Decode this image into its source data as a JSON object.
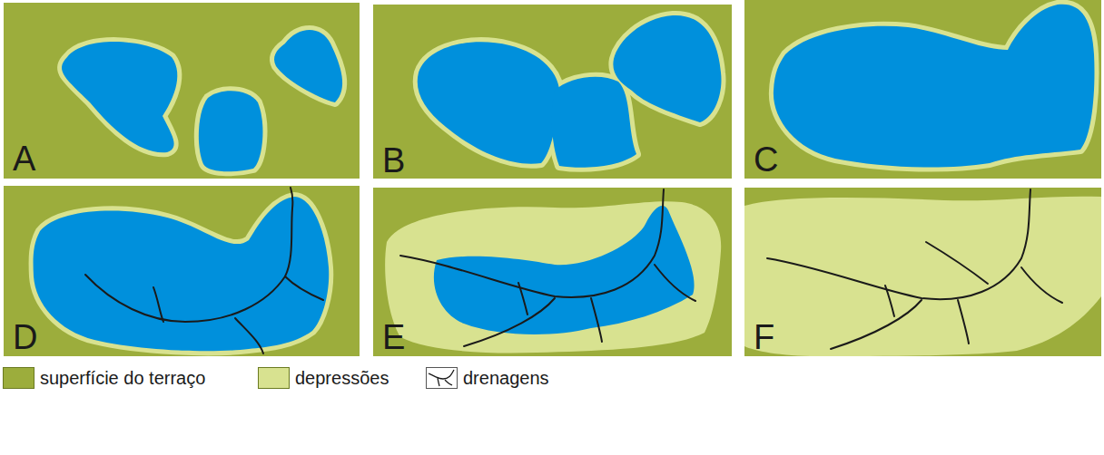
{
  "diagram": {
    "labels": [
      "A",
      "B",
      "C",
      "D",
      "E",
      "F"
    ],
    "legend": [
      {
        "text": "superfície do terraço",
        "color": "#9cad3c"
      },
      {
        "text": "depressões",
        "color": "#d8e290"
      },
      {
        "text": "drenagens"
      }
    ]
  }
}
